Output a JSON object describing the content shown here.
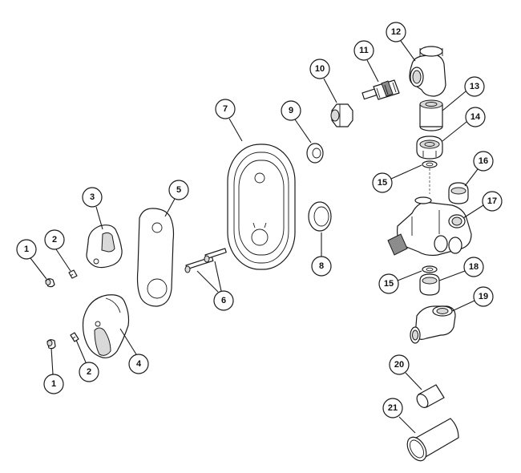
{
  "callouts": [
    {
      "id": "c1a",
      "label": "1"
    },
    {
      "id": "c1b",
      "label": "1"
    },
    {
      "id": "c2a",
      "label": "2"
    },
    {
      "id": "c2b",
      "label": "2"
    },
    {
      "id": "c3",
      "label": "3"
    },
    {
      "id": "c4",
      "label": "4"
    },
    {
      "id": "c5",
      "label": "5"
    },
    {
      "id": "c6",
      "label": "6"
    },
    {
      "id": "c7",
      "label": "7"
    },
    {
      "id": "c8",
      "label": "8"
    },
    {
      "id": "c9",
      "label": "9"
    },
    {
      "id": "c10",
      "label": "10"
    },
    {
      "id": "c11",
      "label": "11"
    },
    {
      "id": "c12",
      "label": "12"
    },
    {
      "id": "c13",
      "label": "13"
    },
    {
      "id": "c14",
      "label": "14"
    },
    {
      "id": "c15a",
      "label": "15"
    },
    {
      "id": "c15b",
      "label": "15"
    },
    {
      "id": "c16",
      "label": "16"
    },
    {
      "id": "c17",
      "label": "17"
    },
    {
      "id": "c18",
      "label": "18"
    },
    {
      "id": "c19",
      "label": "19"
    },
    {
      "id": "c20",
      "label": "20"
    },
    {
      "id": "c21",
      "label": "21"
    }
  ]
}
